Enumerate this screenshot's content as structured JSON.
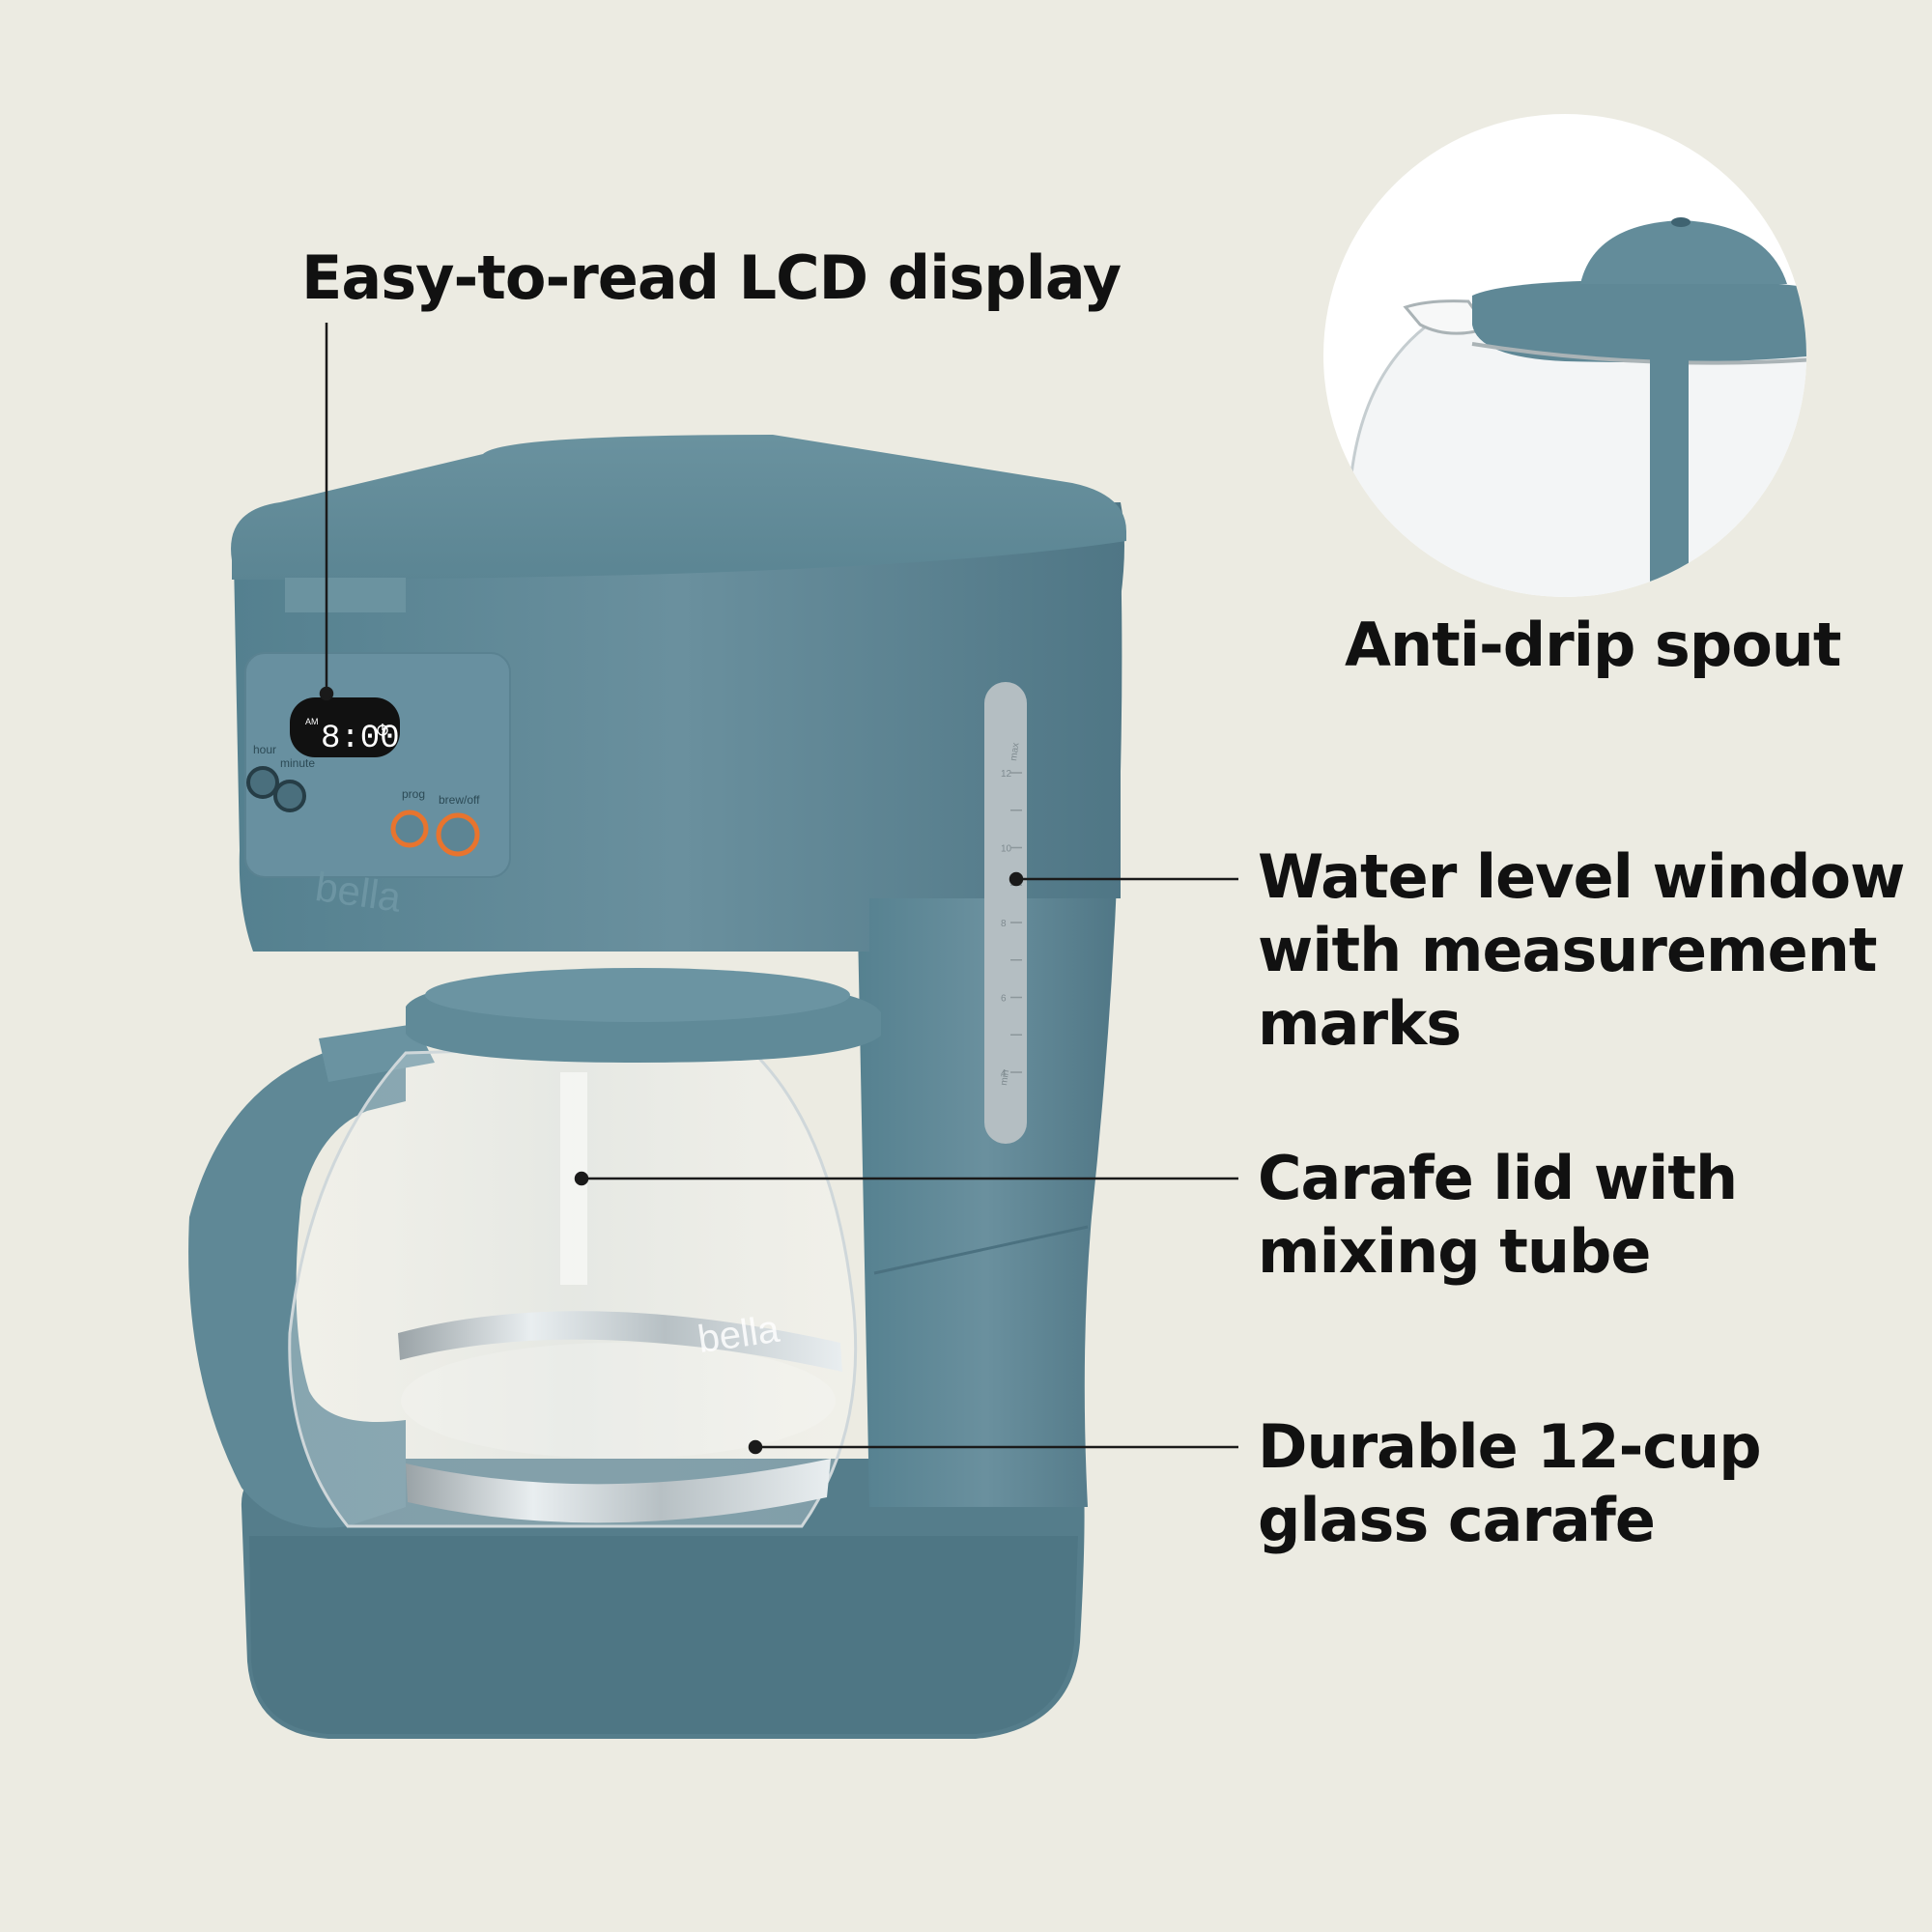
{
  "palette": {
    "background": "#ecebe2",
    "body_teal": "#5f8795",
    "body_teal_dark": "#4d7382",
    "body_teal_light": "#7197a5",
    "accent_orange": "#e8742e",
    "lcd_black": "#111111",
    "lcd_text": "#ffffff",
    "callout_line": "#1a1a1a"
  },
  "callouts": {
    "lcd_display": {
      "lines": [
        "Easy-to-read LCD display"
      ]
    },
    "anti_drip": {
      "lines": [
        "Anti-drip spout"
      ]
    },
    "water_level": {
      "lines": [
        "Water level window",
        "with measurement",
        "marks"
      ]
    },
    "carafe_lid": {
      "lines": [
        "Carafe lid with",
        "mixing tube"
      ]
    },
    "glass_carafe": {
      "lines": [
        "Durable 12-cup",
        "glass carafe"
      ]
    }
  },
  "machine": {
    "brand": "bella",
    "lcd": {
      "period": "AM",
      "time": "8:00"
    },
    "buttons": [
      {
        "label": "hour"
      },
      {
        "label": "minute"
      },
      {
        "label": "prog"
      },
      {
        "label": "brew/off"
      }
    ],
    "water_window": {
      "max_label": "max",
      "min_label": "min",
      "marks": [
        "12",
        "10",
        "8",
        "6",
        "4"
      ]
    },
    "carafe_brand": "bella"
  },
  "icons": {
    "lcd_power": "power-icon"
  }
}
